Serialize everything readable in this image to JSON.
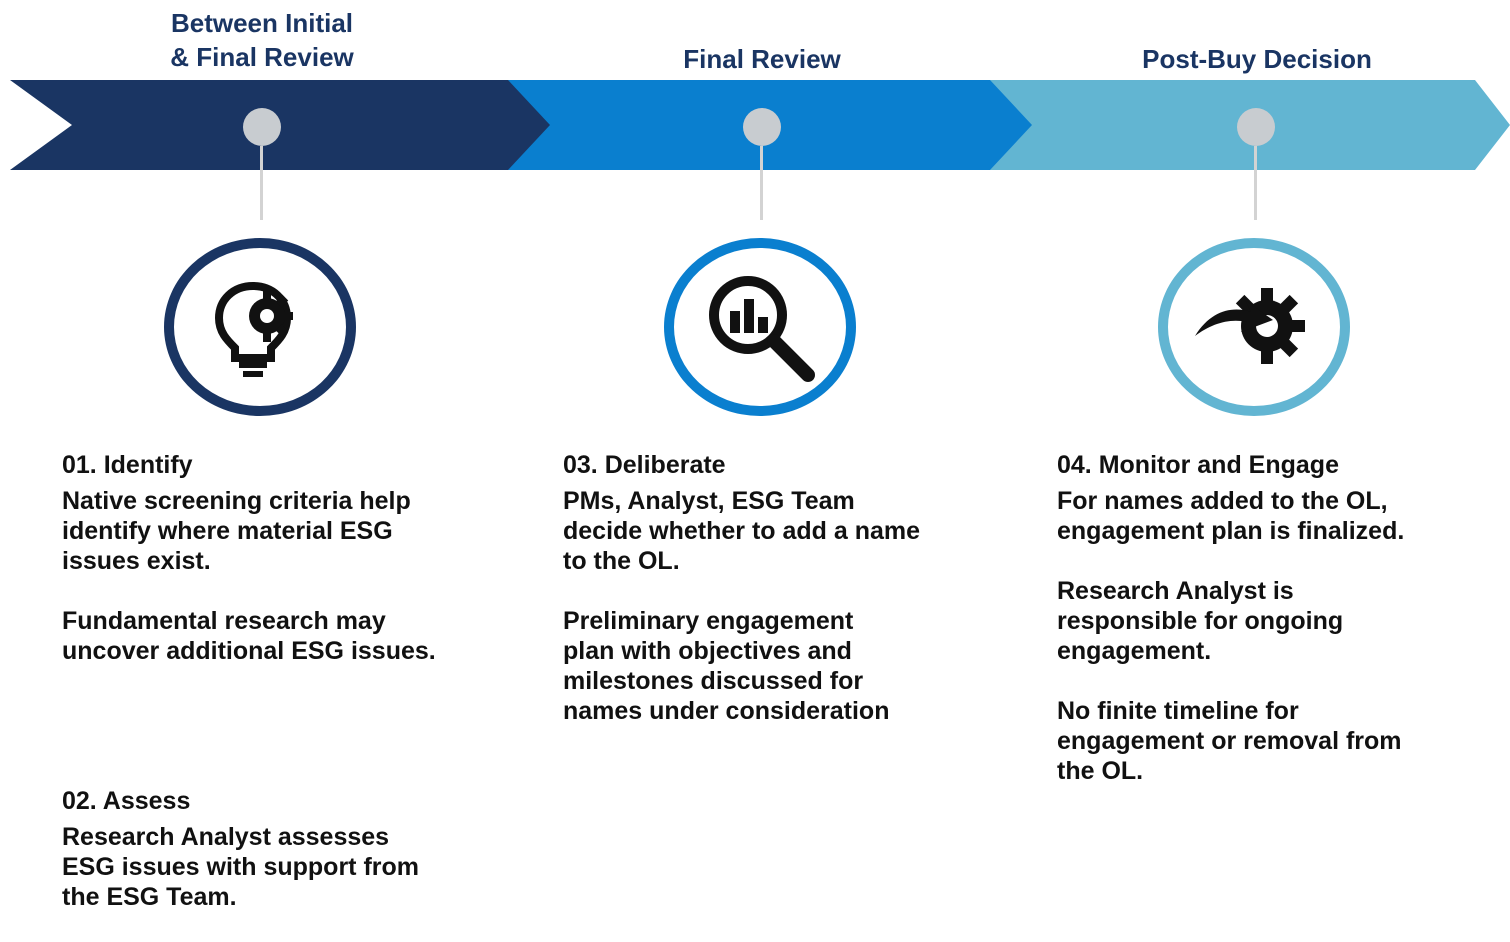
{
  "colors": {
    "navy": "#1a3563",
    "blue": "#0a7fcf",
    "light_blue": "#62b5d2",
    "dot": "#c8ccd0",
    "connector": "#d3d3d3",
    "text": "#111111"
  },
  "phases": [
    {
      "title": "Between Initial\n& Final Review",
      "icon": "lightbulb-gear-icon"
    },
    {
      "title": "Final Review",
      "icon": "magnifier-chart-icon"
    },
    {
      "title": "Post-Buy Decision",
      "icon": "arrow-gear-icon"
    }
  ],
  "steps": {
    "identify": {
      "heading": "01. Identify",
      "paragraphs": [
        "Native screening criteria help\nidentify where material ESG\nissues exist.",
        "Fundamental research may\nuncover additional ESG issues."
      ]
    },
    "assess": {
      "heading": "02. Assess",
      "paragraphs": [
        "Research Analyst assesses\nESG issues with support from\nthe ESG Team."
      ]
    },
    "deliberate": {
      "heading": "03. Deliberate",
      "paragraphs": [
        "PMs, Analyst, ESG Team\ndecide whether to add a name\nto the OL.",
        "Preliminary engagement\nplan with objectives and\nmilestones discussed for\nnames under consideration"
      ]
    },
    "monitor": {
      "heading": "04. Monitor and Engage",
      "paragraphs": [
        "For names added to the OL,\nengagement plan is finalized.",
        "Research Analyst is\nresponsible for ongoing\nengagement.",
        "No finite timeline for\nengagement or removal from\nthe OL."
      ]
    }
  }
}
